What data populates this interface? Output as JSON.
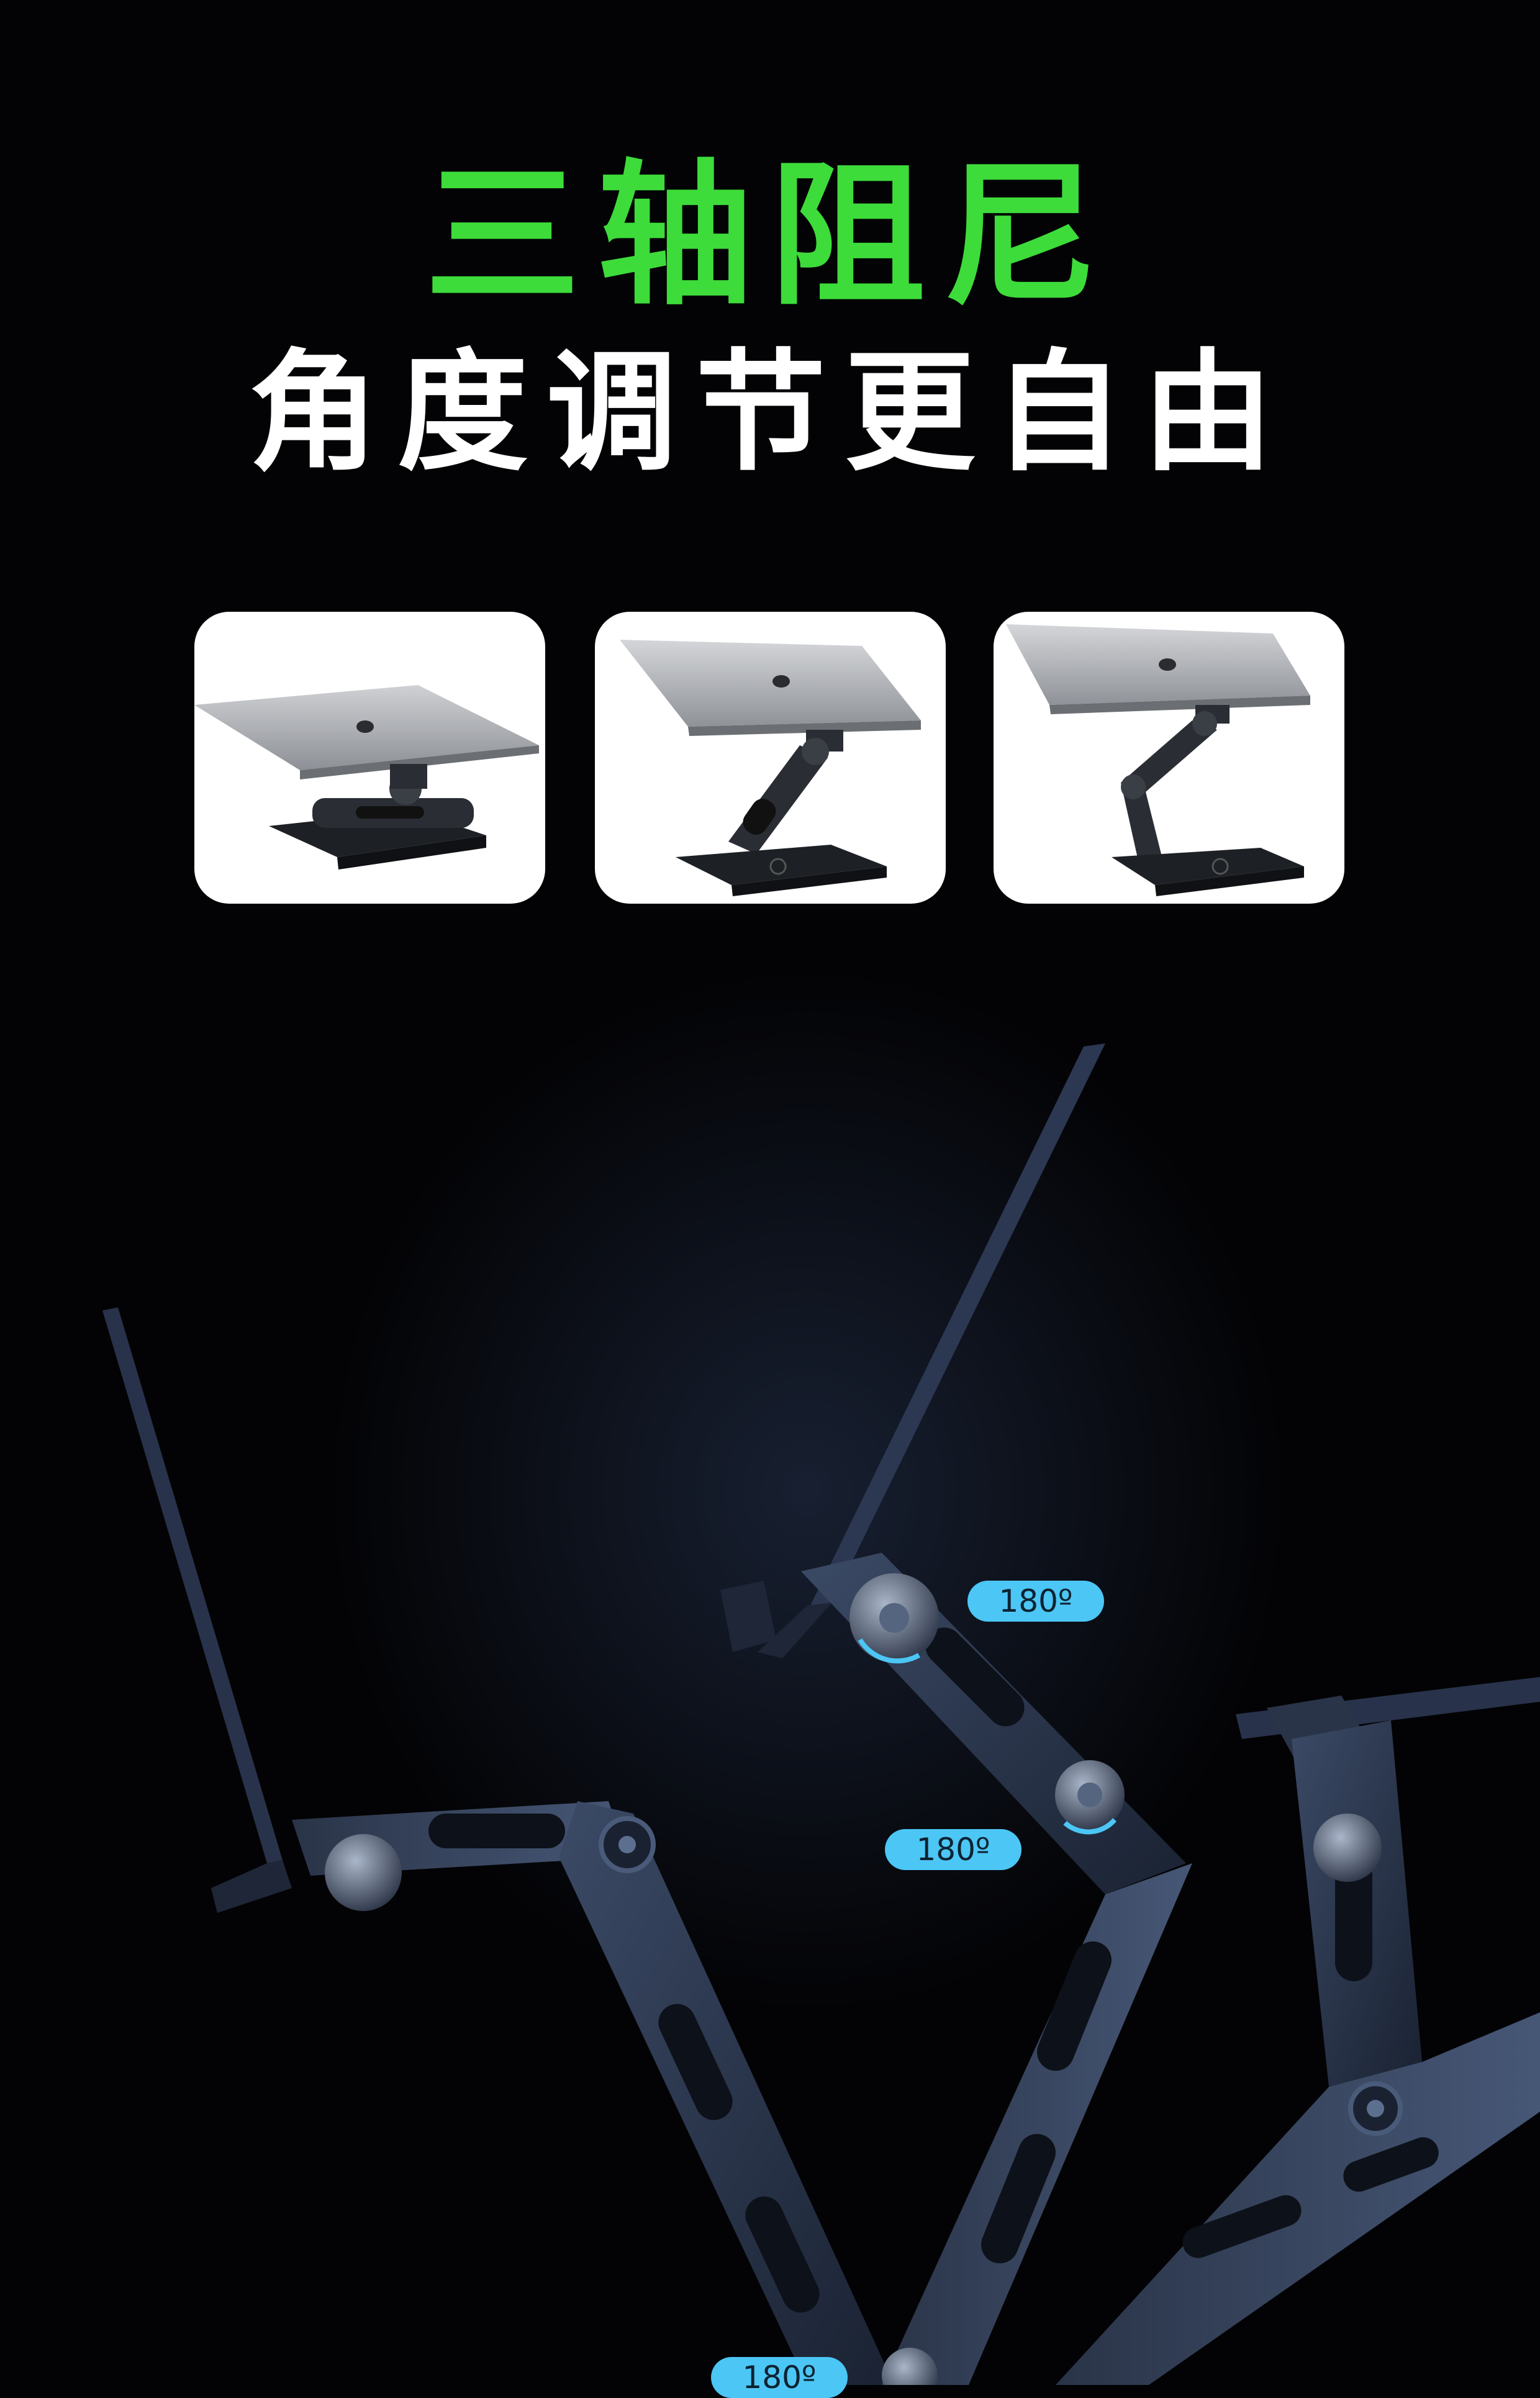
{
  "headline": {
    "line1": "三轴阻尼",
    "line2": "角度调节更自由"
  },
  "thumbnails": [
    {
      "icon": "laptop-stand-folded-image"
    },
    {
      "icon": "laptop-stand-mid-image"
    },
    {
      "icon": "laptop-stand-raised-image"
    }
  ],
  "angle_badges": [
    "180º",
    "180º",
    "180º"
  ],
  "colors": {
    "accent_green": "#3ddc3a",
    "badge_blue": "#4cc6f5",
    "background": "#030305",
    "metal": "#2b3446"
  }
}
